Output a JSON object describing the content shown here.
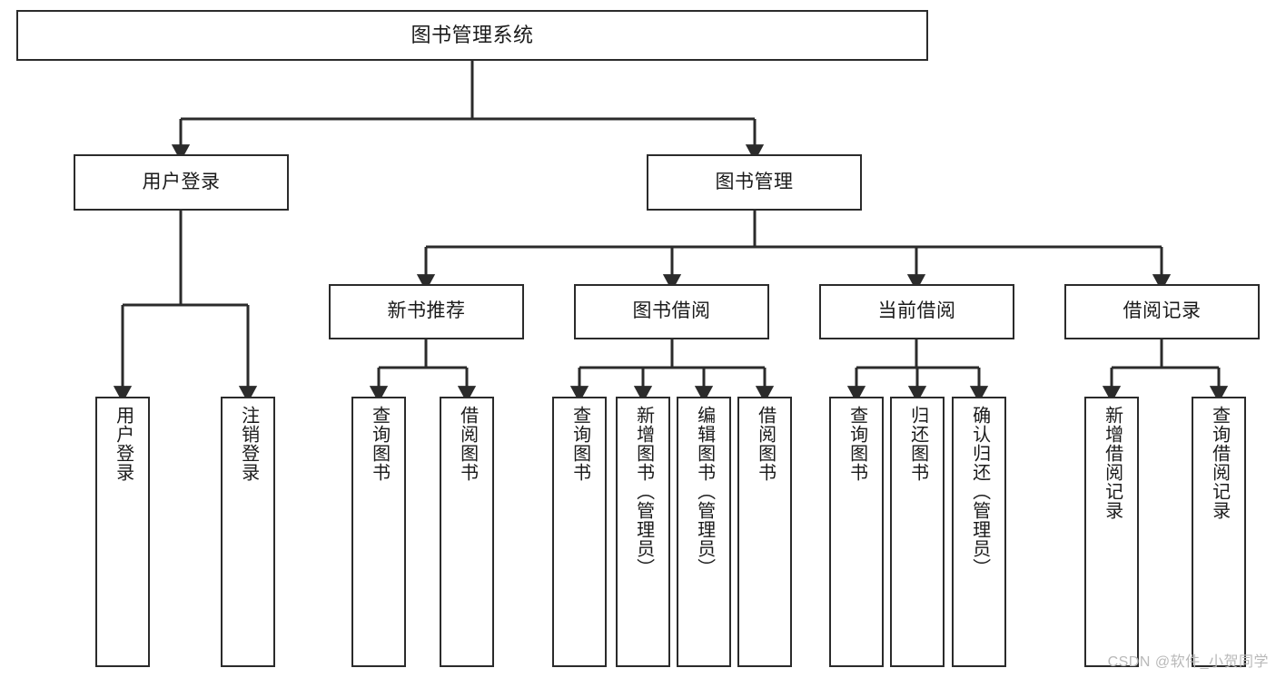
{
  "diagram": {
    "type": "hierarchy-tree",
    "title": "图书管理系统",
    "watermark": "CSDN @软件_小贺同学",
    "colors": {
      "box_border": "#2b2b2b",
      "box_fill": "#ffffff",
      "edge": "#2b2b2b",
      "text": "#1a1a1a",
      "watermark": "#b9b9b9",
      "background": "#ffffff"
    },
    "nodes": {
      "root": {
        "label": "图书管理系统",
        "level": 0,
        "orientation": "horizontal"
      },
      "user_login": {
        "label": "用户登录",
        "level": 1,
        "orientation": "horizontal"
      },
      "book_manage": {
        "label": "图书管理",
        "level": 1,
        "orientation": "horizontal"
      },
      "new_book_rec": {
        "label": "新书推荐",
        "level": 2,
        "orientation": "horizontal"
      },
      "book_borrow": {
        "label": "图书借阅",
        "level": 2,
        "orientation": "horizontal"
      },
      "current_borrow": {
        "label": "当前借阅",
        "level": 2,
        "orientation": "horizontal"
      },
      "borrow_record": {
        "label": "借阅记录",
        "level": 2,
        "orientation": "horizontal"
      },
      "leaf_user_login": {
        "label": "用户登录",
        "level": 2,
        "orientation": "vertical"
      },
      "leaf_logout": {
        "label": "注销登录",
        "level": 2,
        "orientation": "vertical"
      },
      "leaf_query_book_1": {
        "label": "查询图书",
        "level": 3,
        "orientation": "vertical"
      },
      "leaf_borrow_book_1": {
        "label": "借阅图书",
        "level": 3,
        "orientation": "vertical"
      },
      "leaf_query_book_2": {
        "label": "查询图书",
        "level": 3,
        "orientation": "vertical"
      },
      "leaf_add_book": {
        "label": "新增图书（管理员）",
        "level": 3,
        "orientation": "vertical"
      },
      "leaf_edit_book": {
        "label": "编辑图书（管理员）",
        "level": 3,
        "orientation": "vertical"
      },
      "leaf_borrow_book_2": {
        "label": "借阅图书",
        "level": 3,
        "orientation": "vertical"
      },
      "leaf_query_book_3": {
        "label": "查询图书",
        "level": 3,
        "orientation": "vertical"
      },
      "leaf_return_book": {
        "label": "归还图书",
        "level": 3,
        "orientation": "vertical"
      },
      "leaf_confirm_return": {
        "label": "确认归还（管理员）",
        "level": 3,
        "orientation": "vertical"
      },
      "leaf_add_record": {
        "label": "新增借阅记录",
        "level": 3,
        "orientation": "vertical"
      },
      "leaf_query_record": {
        "label": "查询借阅记录",
        "level": 3,
        "orientation": "vertical"
      }
    },
    "edges": [
      {
        "from": "root",
        "to": "user_login"
      },
      {
        "from": "root",
        "to": "book_manage"
      },
      {
        "from": "user_login",
        "to": "leaf_user_login"
      },
      {
        "from": "user_login",
        "to": "leaf_logout"
      },
      {
        "from": "book_manage",
        "to": "new_book_rec"
      },
      {
        "from": "book_manage",
        "to": "book_borrow"
      },
      {
        "from": "book_manage",
        "to": "current_borrow"
      },
      {
        "from": "book_manage",
        "to": "borrow_record"
      },
      {
        "from": "new_book_rec",
        "to": "leaf_query_book_1"
      },
      {
        "from": "new_book_rec",
        "to": "leaf_borrow_book_1"
      },
      {
        "from": "book_borrow",
        "to": "leaf_query_book_2"
      },
      {
        "from": "book_borrow",
        "to": "leaf_add_book"
      },
      {
        "from": "book_borrow",
        "to": "leaf_edit_book"
      },
      {
        "from": "book_borrow",
        "to": "leaf_borrow_book_2"
      },
      {
        "from": "current_borrow",
        "to": "leaf_query_book_3"
      },
      {
        "from": "current_borrow",
        "to": "leaf_return_book"
      },
      {
        "from": "current_borrow",
        "to": "leaf_confirm_return"
      },
      {
        "from": "borrow_record",
        "to": "leaf_add_record"
      },
      {
        "from": "borrow_record",
        "to": "leaf_query_record"
      }
    ]
  }
}
